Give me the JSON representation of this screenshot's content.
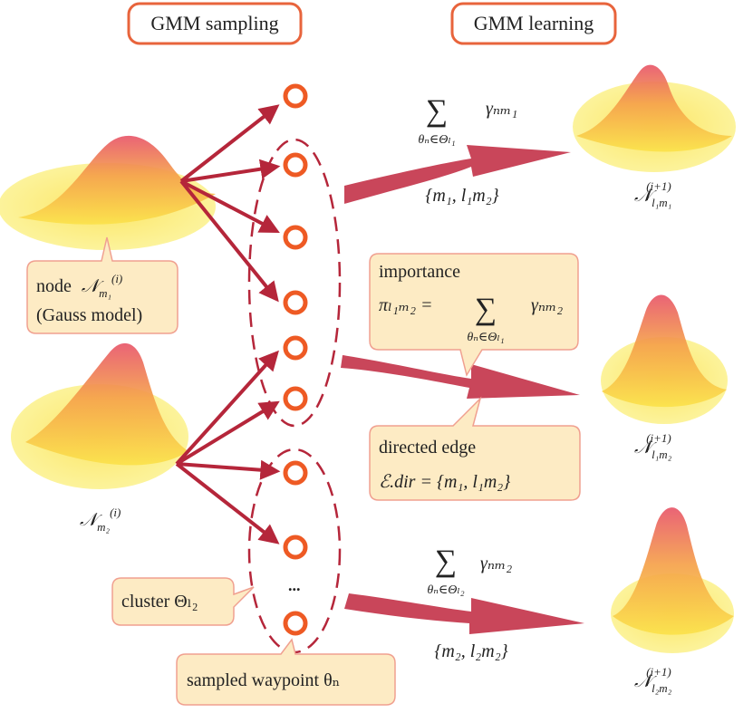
{
  "header": {
    "sampling_label": "GMM sampling",
    "learning_label": "GMM learning"
  },
  "nodes": {
    "m1": {
      "label_prefix": "node",
      "symbol": "𝒩",
      "sub": "m₁",
      "sup": "(i)",
      "extra": "(Gauss model)"
    },
    "m2": {
      "symbol": "𝒩",
      "sub": "m₂",
      "sup": "(i)"
    }
  },
  "outputs": {
    "top": {
      "symbol": "𝒩",
      "sub": "l₁m₁",
      "sup": "(i+1)"
    },
    "mid": {
      "symbol": "𝒩",
      "sub": "l₁m₂",
      "sup": "(i+1)"
    },
    "bot": {
      "symbol": "𝒩",
      "sub": "l₂m₂",
      "sup": "(i+1)"
    }
  },
  "flows": {
    "top": {
      "sum": "∑",
      "under": "θₙ∈Θₗ₁",
      "gamma": "γₙₘ₁",
      "set": "{m₁, l₁m₂}"
    },
    "bot": {
      "sum": "∑",
      "under": "θₙ∈Θₗ₂",
      "gamma": "γₙₘ₂",
      "set": "{m₂, l₂m₂}"
    }
  },
  "callouts": {
    "importance": {
      "title": "importance",
      "lhs": "πₗ₁ₘ₂ =",
      "sum": "∑",
      "under": "θₙ∈Θₗ₁",
      "gamma": "γₙₘ₂"
    },
    "edge": {
      "title": "directed edge",
      "formula": "ℰ.dir = {m₁, l₁m₂}"
    },
    "cluster": {
      "label": "cluster Θₗ₂"
    },
    "waypoint": {
      "label": "sampled waypoint θₙ"
    }
  },
  "ellipsis": "...",
  "colors": {
    "box_border": "#e8643c",
    "callout_fill": "#fdebc4",
    "callout_border": "#f0a090",
    "arrow": "#b5263a",
    "waypoint": "#ee5a24",
    "flow": "#c9465a",
    "dash": "#b5263a"
  }
}
